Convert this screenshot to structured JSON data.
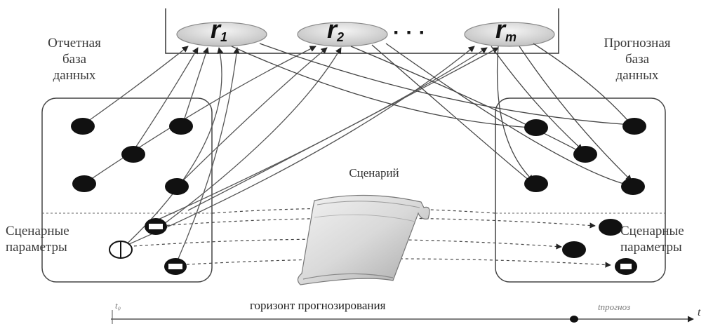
{
  "resources": [
    {
      "name": "r",
      "sub": "1"
    },
    {
      "name": "r",
      "sub": "2"
    },
    {
      "name": "r",
      "sub": "m"
    }
  ],
  "resource_ellipsis": "· · ·",
  "left_db_label": [
    "Отчетная",
    "база",
    "данных"
  ],
  "right_db_label": [
    "Прогнозная",
    "база",
    "данных"
  ],
  "scenario_label": "Сценарий",
  "left_scenario_label": [
    "Сценарные",
    "параметры"
  ],
  "right_scenario_label": [
    "Сценарные",
    "параметры"
  ],
  "horizon_label": "горизонт прогнозирования",
  "t_start": "t₀",
  "t_forecast": "tпрогноз",
  "t_axis": "t",
  "colors": {
    "node": "#111111",
    "line": "#555555",
    "box": "#444444",
    "text": "#444444"
  }
}
